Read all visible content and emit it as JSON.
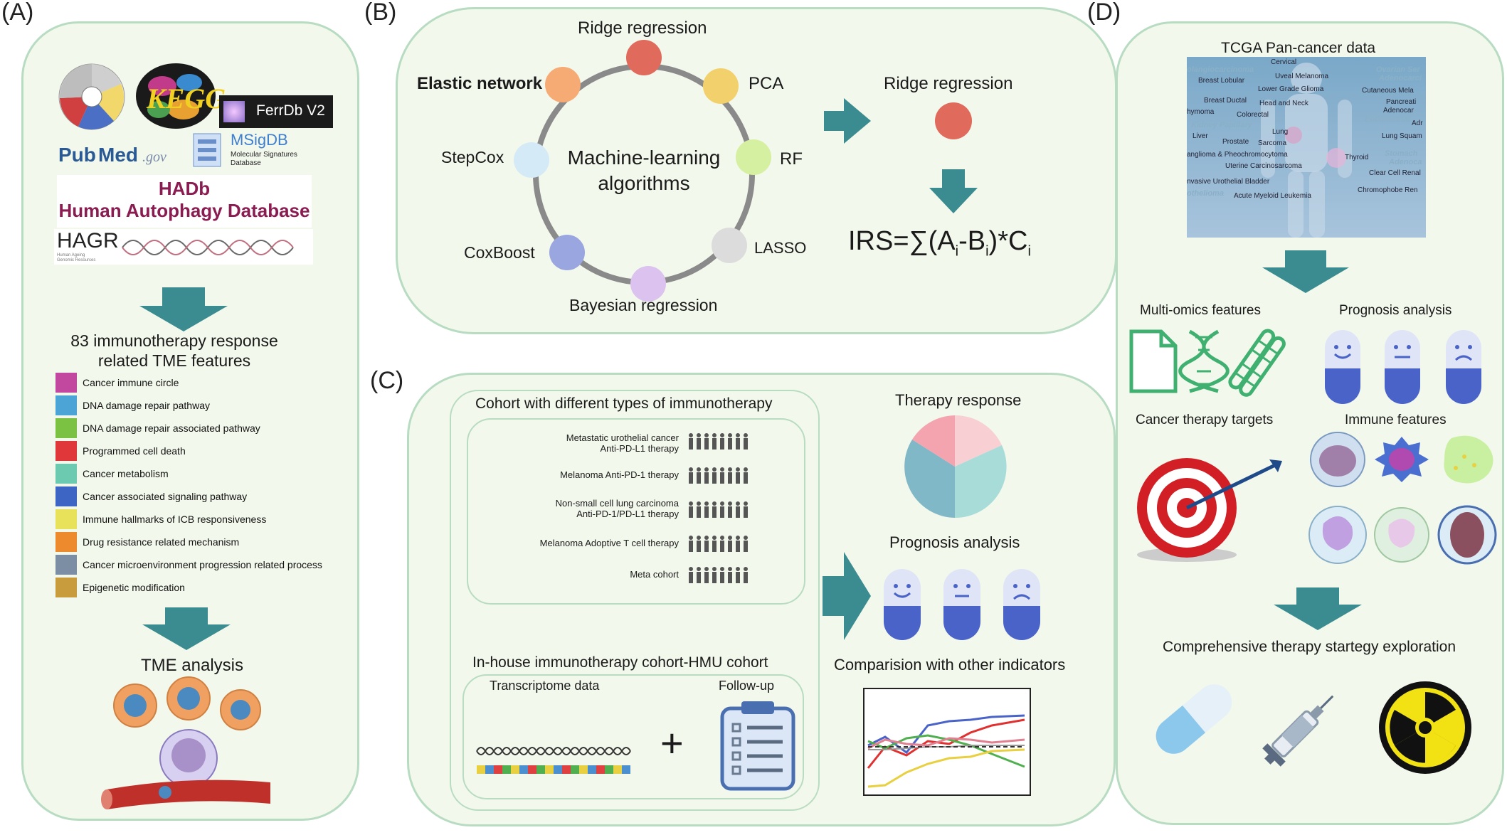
{
  "panels": {
    "a": {
      "letter": "(A)",
      "databases": [
        "FerrDb V2",
        "Pub",
        "Med",
        ".gov",
        "MSigDB",
        "Molecular Signatures",
        "Database",
        "HADb",
        "Human Autophagy Database",
        "HAGR",
        "Human Ageing",
        "Genomic Resources"
      ],
      "features_title_1": "83 immunotherapy response",
      "features_title_2": "related TME features",
      "legend": [
        {
          "label": "Cancer immune circle",
          "color": "#c2479e"
        },
        {
          "label": "DNA damage repair pathway",
          "color": "#4ca4d6"
        },
        {
          "label": "DNA damage repair associated pathway",
          "color": "#7cc242"
        },
        {
          "label": "Programmed cell death",
          "color": "#e0373a"
        },
        {
          "label": "Cancer metabolism",
          "color": "#6ccab0"
        },
        {
          "label": "Cancer associated signaling pathway",
          "color": "#3d66c4"
        },
        {
          "label": "Immune hallmarks of ICB responsiveness",
          "color": "#e8e25a"
        },
        {
          "label": "Drug resistance related mechanism",
          "color": "#ee8a2e"
        },
        {
          "label": "Cancer microenvironment progression related process",
          "color": "#7c8ea3"
        },
        {
          "label": "Epigenetic modification",
          "color": "#c89b3c"
        }
      ],
      "tme_title": "TME analysis"
    },
    "b": {
      "letter": "(B)",
      "ring_title_1": "Machine-learning",
      "ring_title_2": "algorithms",
      "algorithms": [
        {
          "label": "Ridge regression",
          "color": "#e06a5c"
        },
        {
          "label": "PCA",
          "color": "#f2d06b"
        },
        {
          "label": "RF",
          "color": "#d4f0a0"
        },
        {
          "label": "LASSO",
          "color": "#dcdcdc"
        },
        {
          "label": "Bayesian regression",
          "color": "#dcc2ee"
        },
        {
          "label": "CoxBoost",
          "color": "#9aa6e0"
        },
        {
          "label": "StepCox",
          "color": "#d4eaf6"
        },
        {
          "label": "Elastic network",
          "color": "#f6ab74"
        }
      ],
      "selected_label": "Ridge regression",
      "formula": "IRS=∑(A",
      "formula_sub_i": "i",
      "formula_minus_b": "-B",
      "formula_close": ")",
      "formula_times_c": "*C"
    },
    "c": {
      "letter": "(C)",
      "cohort_title": "Cohort with different types of immunotherapy",
      "cohorts": [
        {
          "line1": "Metastatic urothelial cancer",
          "line2": "Anti-PD-L1 therapy"
        },
        {
          "line1": "Melanoma Anti-PD-1 therapy",
          "line2": ""
        },
        {
          "line1": "Non-small cell lung carcinoma",
          "line2": "Anti-PD-1/PD-L1 therapy"
        },
        {
          "line1": "Melanoma Adoptive T cell therapy",
          "line2": ""
        },
        {
          "line1": "Meta cohort",
          "line2": ""
        }
      ],
      "inhouse_title": "In-house immunotherapy cohort-HMU cohort",
      "transcriptome_label": "Transcriptome data",
      "followup_label": "Follow-up",
      "plus": "+",
      "therapy_response": "Therapy response",
      "prognosis_analysis": "Prognosis analysis",
      "comparison": "Comparision with other indicators"
    },
    "d": {
      "letter": "(D)",
      "tcga_title": "TCGA Pan-cancer data",
      "tcga_terms": [
        "Cervical",
        "olangiocarcinoma",
        "Uveal Melanoma",
        "Ovarian Ser",
        "Adenocarci",
        "Breast Lobular",
        "Lower Grade Glioma",
        "Cutaneous Mela",
        "Breast Ductal",
        "Head and Neck",
        "Pancreati",
        "Adenocar",
        "hymoma",
        "Colorectal",
        "Endometrial",
        "Adr",
        "Kidney Papillary",
        "Lung",
        "Liver",
        "Prostate",
        "Sarcoma",
        "Lung Squam",
        "anglioma & Pheochromocytoma",
        "Thyroid",
        "Stomach",
        "Adenoca",
        "Uterine Carcinosarcoma",
        "Clear Cell Renal",
        "nvasive Urothelial Bladder",
        "Chromophobe Ren",
        "othelioma",
        "Acute Myeloid Leukemia"
      ],
      "multiomics": "Multi-omics features",
      "prognosis": "Prognosis analysis",
      "targets": "Cancer therapy targets",
      "immune": "Immune features",
      "exploration": "Comprehensive therapy startegy exploration"
    }
  },
  "colors": {
    "panel_bg": "#f3f8ec",
    "panel_border": "#b8dcc2",
    "arrow": "#3a8c90",
    "pill_blue": "#4a63c8",
    "pill_light": "#dfe4f7"
  }
}
